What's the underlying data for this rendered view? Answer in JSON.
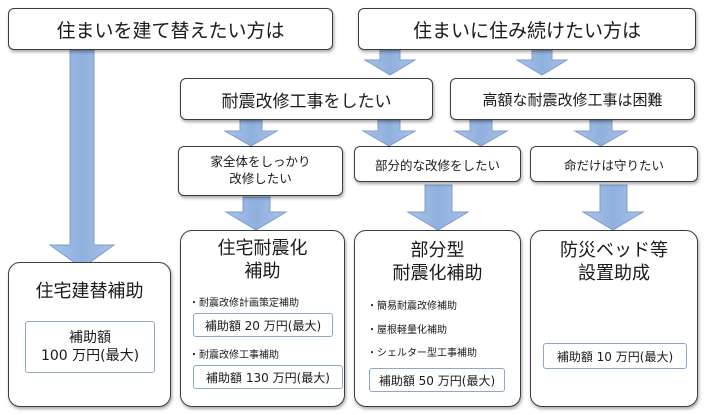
{
  "top": {
    "rebuild": "住まいを建て替えたい方は",
    "continue": "住まいに住み続けたい方は"
  },
  "mid": {
    "retrofit": "耐震改修工事をしたい",
    "expensive": "高額な耐震改修工事は困難"
  },
  "wish": {
    "whole": [
      "家全体をしっかり",
      "改修したい"
    ],
    "partial": "部分的な改修をしたい",
    "life": "命だけは守りたい"
  },
  "rebuild_subsidy": {
    "title": "住宅建替補助",
    "amount_line1": "補助額",
    "amount_line2": "100 万円(最大)"
  },
  "quake_subsidy": {
    "title": [
      "住宅耐震化",
      "補助"
    ],
    "item1": "・耐震改修計画策定補助",
    "amount1": "補助額 20 万円(最大)",
    "item2": "・耐震改修工事補助",
    "amount2": "補助額 130 万円(最大)"
  },
  "partial_subsidy": {
    "title": [
      "部分型",
      "耐震化補助"
    ],
    "items": [
      "・簡易耐震改修補助",
      "・屋根軽量化補助",
      "・シェルター型工事補助"
    ],
    "amount": "補助額 50 万円(最大)"
  },
  "bed_subsidy": {
    "title": [
      "防災ベッド等",
      "設置助成"
    ],
    "amount": "補助額 10 万円(最大)"
  },
  "colors": {
    "arrow": "#9ab7e0",
    "arrow_edge": "#7b9ccc",
    "border": "#3c3c3c",
    "inner_border": "#8fa8c8"
  }
}
